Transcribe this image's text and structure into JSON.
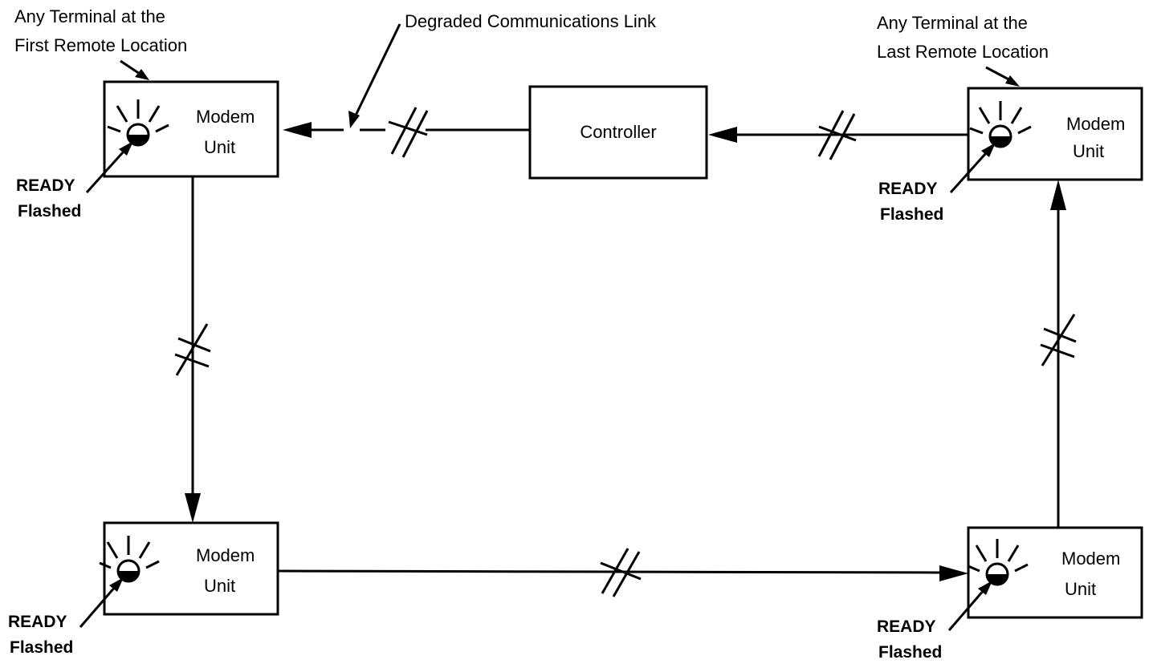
{
  "callouts": {
    "first_terminal": [
      "Any Terminal at the",
      "First Remote Location"
    ],
    "degraded_link": "Degraded Communications Link",
    "last_terminal": [
      "Any Terminal at the",
      "Last Remote Location"
    ]
  },
  "controller": {
    "label": "Controller"
  },
  "modems": [
    {
      "id": "first-remote",
      "line1": "Modem",
      "line2": "Unit",
      "status": "READY",
      "status_note": "Flashed"
    },
    {
      "id": "last-remote",
      "line1": "Modem",
      "line2": "Unit",
      "status": "READY",
      "status_note": "Flashed"
    },
    {
      "id": "lower-left",
      "line1": "Modem",
      "line2": "Unit",
      "status": "READY",
      "status_note": "Flashed"
    },
    {
      "id": "lower-right",
      "line1": "Modem",
      "line2": "Unit",
      "status": "READY",
      "status_note": "Flashed"
    }
  ],
  "colors": {
    "ink": "#000000",
    "background": "#ffffff"
  },
  "icons": {
    "indicator": "ready-light-icon",
    "link_break": "degraded-link-icon"
  }
}
